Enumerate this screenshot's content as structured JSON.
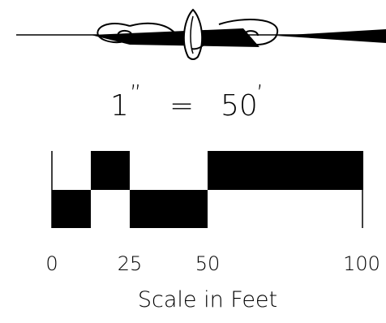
{
  "ratio": {
    "inch_value": "1",
    "inch_mark": "”",
    "equals": "=",
    "feet_value": "50",
    "foot_mark": "’"
  },
  "bar": {
    "tick_labels": [
      "0",
      "25",
      "50",
      "100"
    ],
    "caption": "Scale in Feet"
  },
  "colors": {
    "ink": "#000000",
    "paper": "#ffffff"
  },
  "icons": {
    "ornament": "flourish-ornament-icon"
  }
}
